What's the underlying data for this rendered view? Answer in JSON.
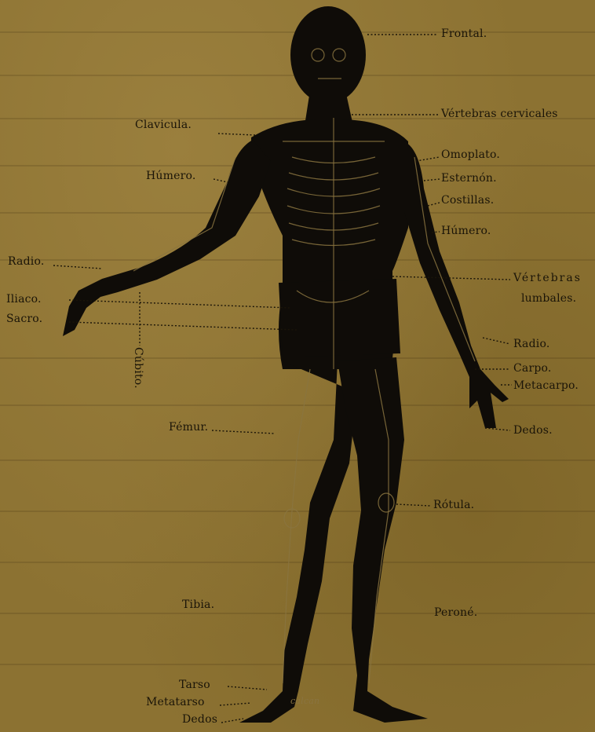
{
  "labels": {
    "frontal": "Frontal.",
    "vertebras_cervicales": "Vértebras cervicales",
    "clavicula": "Clavicula.",
    "omoplato": "Omoplato.",
    "humero_left": "Húmero.",
    "esternon": "Esternón.",
    "costillas": "Costillas.",
    "humero_right": "Húmero.",
    "radio_left": "Radio.",
    "vertebras_lumbales_1": "Vértebras",
    "vertebras_lumbales_2": "lumbales.",
    "iliaco": "Iliaco.",
    "sacro": "Sacro.",
    "cubito": "Cúbito.",
    "radio_right": "Radio.",
    "carpo": "Carpo.",
    "metacarpo": "Metacarpo.",
    "femur": "Fémur.",
    "dedos_hand": "Dedos.",
    "rotula": "Rótula.",
    "tibia": "Tibia.",
    "perone": "Peroné.",
    "tarso": "Tarso",
    "metatarso": "Metatarso",
    "dedos_foot": "Dedos",
    "calcaneo": "calcan"
  },
  "colors": {
    "paper": "#8c7232",
    "silhouette": "#0f0c08",
    "bone_lines": "#8a7440",
    "ink": "#1a1408"
  }
}
